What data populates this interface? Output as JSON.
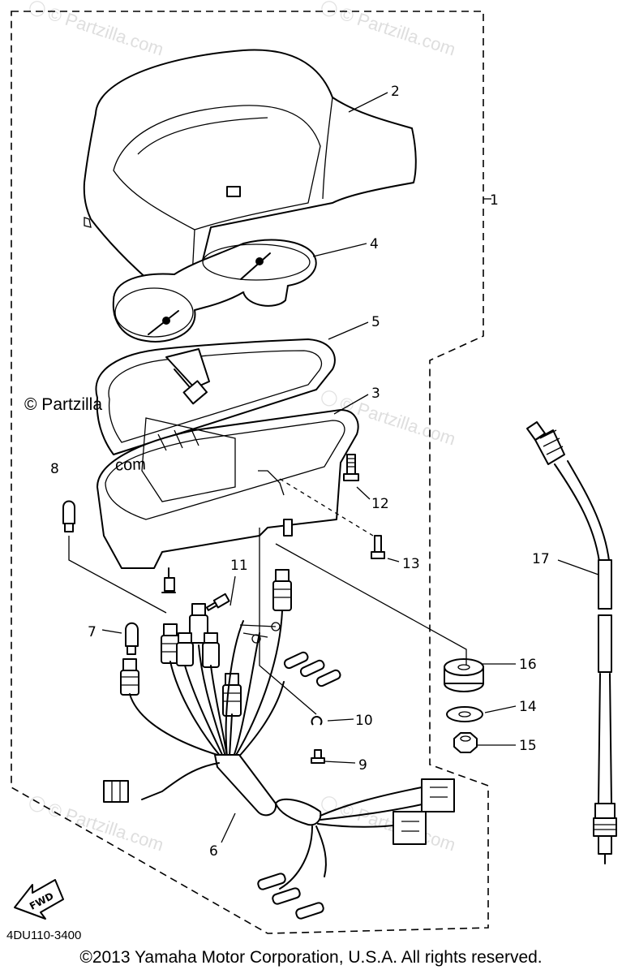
{
  "watermark": "© Partzilla.com",
  "copyright_overlay_1": "© Partzilla",
  "copyright_overlay_2": "com",
  "diagram_code": "4DU110-3400",
  "fwd_label": "FWD",
  "footer": "©2013  Yamaha Motor Corporation, U.S.A. All rights reserved.",
  "callouts": [
    "1",
    "2",
    "3",
    "4",
    "5",
    "6",
    "7",
    "8",
    "9",
    "10",
    "11",
    "12",
    "13",
    "14",
    "15",
    "16",
    "17"
  ]
}
